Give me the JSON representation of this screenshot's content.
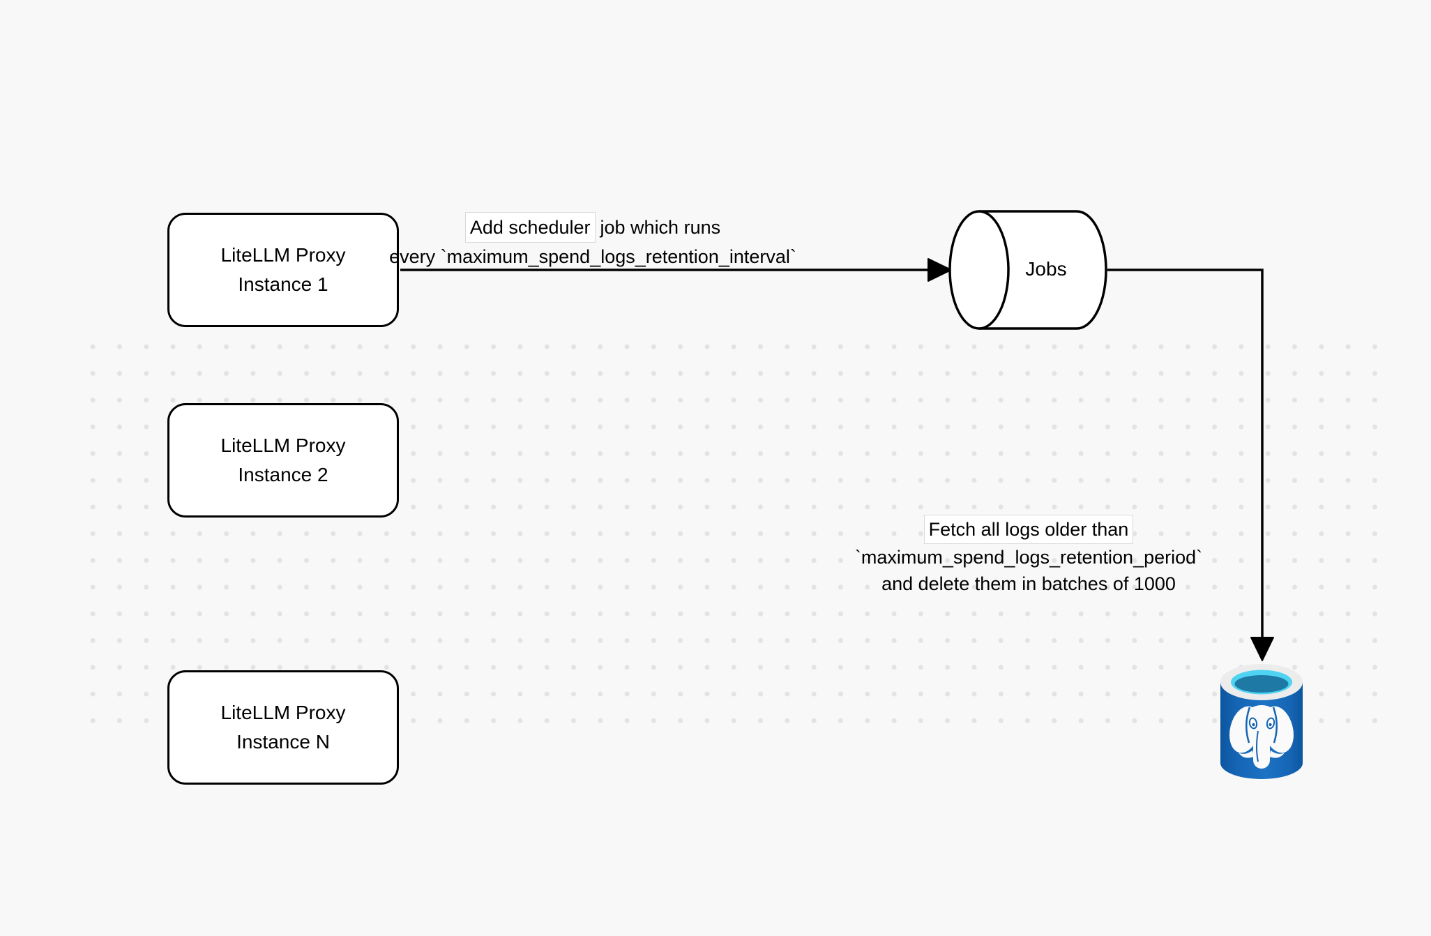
{
  "diagram": {
    "nodes": {
      "proxy1": {
        "line1": "LiteLLM Proxy",
        "line2": "Instance 1"
      },
      "proxy2": {
        "line1": "LiteLLM Proxy",
        "line2": "Instance 2"
      },
      "proxyN": {
        "line1": "LiteLLM Proxy",
        "line2": "Instance N"
      },
      "jobs": {
        "label": "Jobs"
      }
    },
    "edges": {
      "scheduler": {
        "line1_boxed": "Add scheduler",
        "line1_rest": "job which runs",
        "line2": "every `maximum_spend_logs_retention_interval`"
      },
      "fetch": {
        "line1": "Fetch all logs older than",
        "line2": "`maximum_spend_logs_retention_period`",
        "line3": "and delete them in batches of 1000"
      }
    },
    "database": {
      "icon": "postgresql-database-icon"
    },
    "colors": {
      "canvas_bg": "#f8f8f8",
      "grid_dot": "#e3e3e3",
      "shape_stroke": "#000000",
      "shape_fill": "#ffffff",
      "label_box_border": "#d9d9d9",
      "pg_body_blue": "#1565b4",
      "pg_rim_gray": "#ececec",
      "pg_top_cyan": "#4ed3f2",
      "pg_top_teal": "#1e7aa4"
    }
  }
}
